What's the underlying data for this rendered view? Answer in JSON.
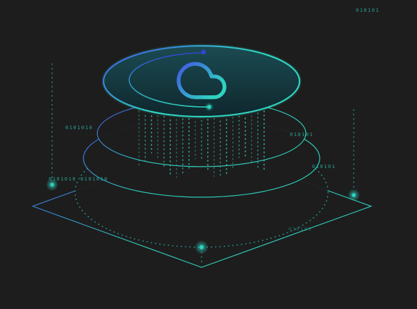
{
  "colors": {
    "background": "#1d1d1d",
    "teal": "#2fd4c0",
    "teal_soft": "#27a196",
    "blue": "#4157e6",
    "indigo": "#3245d6",
    "disc_top": "#1b4b52",
    "disc_bottom": "#0f272d"
  },
  "icons": {
    "cloud-icon": "☁"
  },
  "binary_labels": [
    "010101",
    "0101010",
    "0101010 0101010",
    "010101",
    "010101",
    "010101"
  ]
}
